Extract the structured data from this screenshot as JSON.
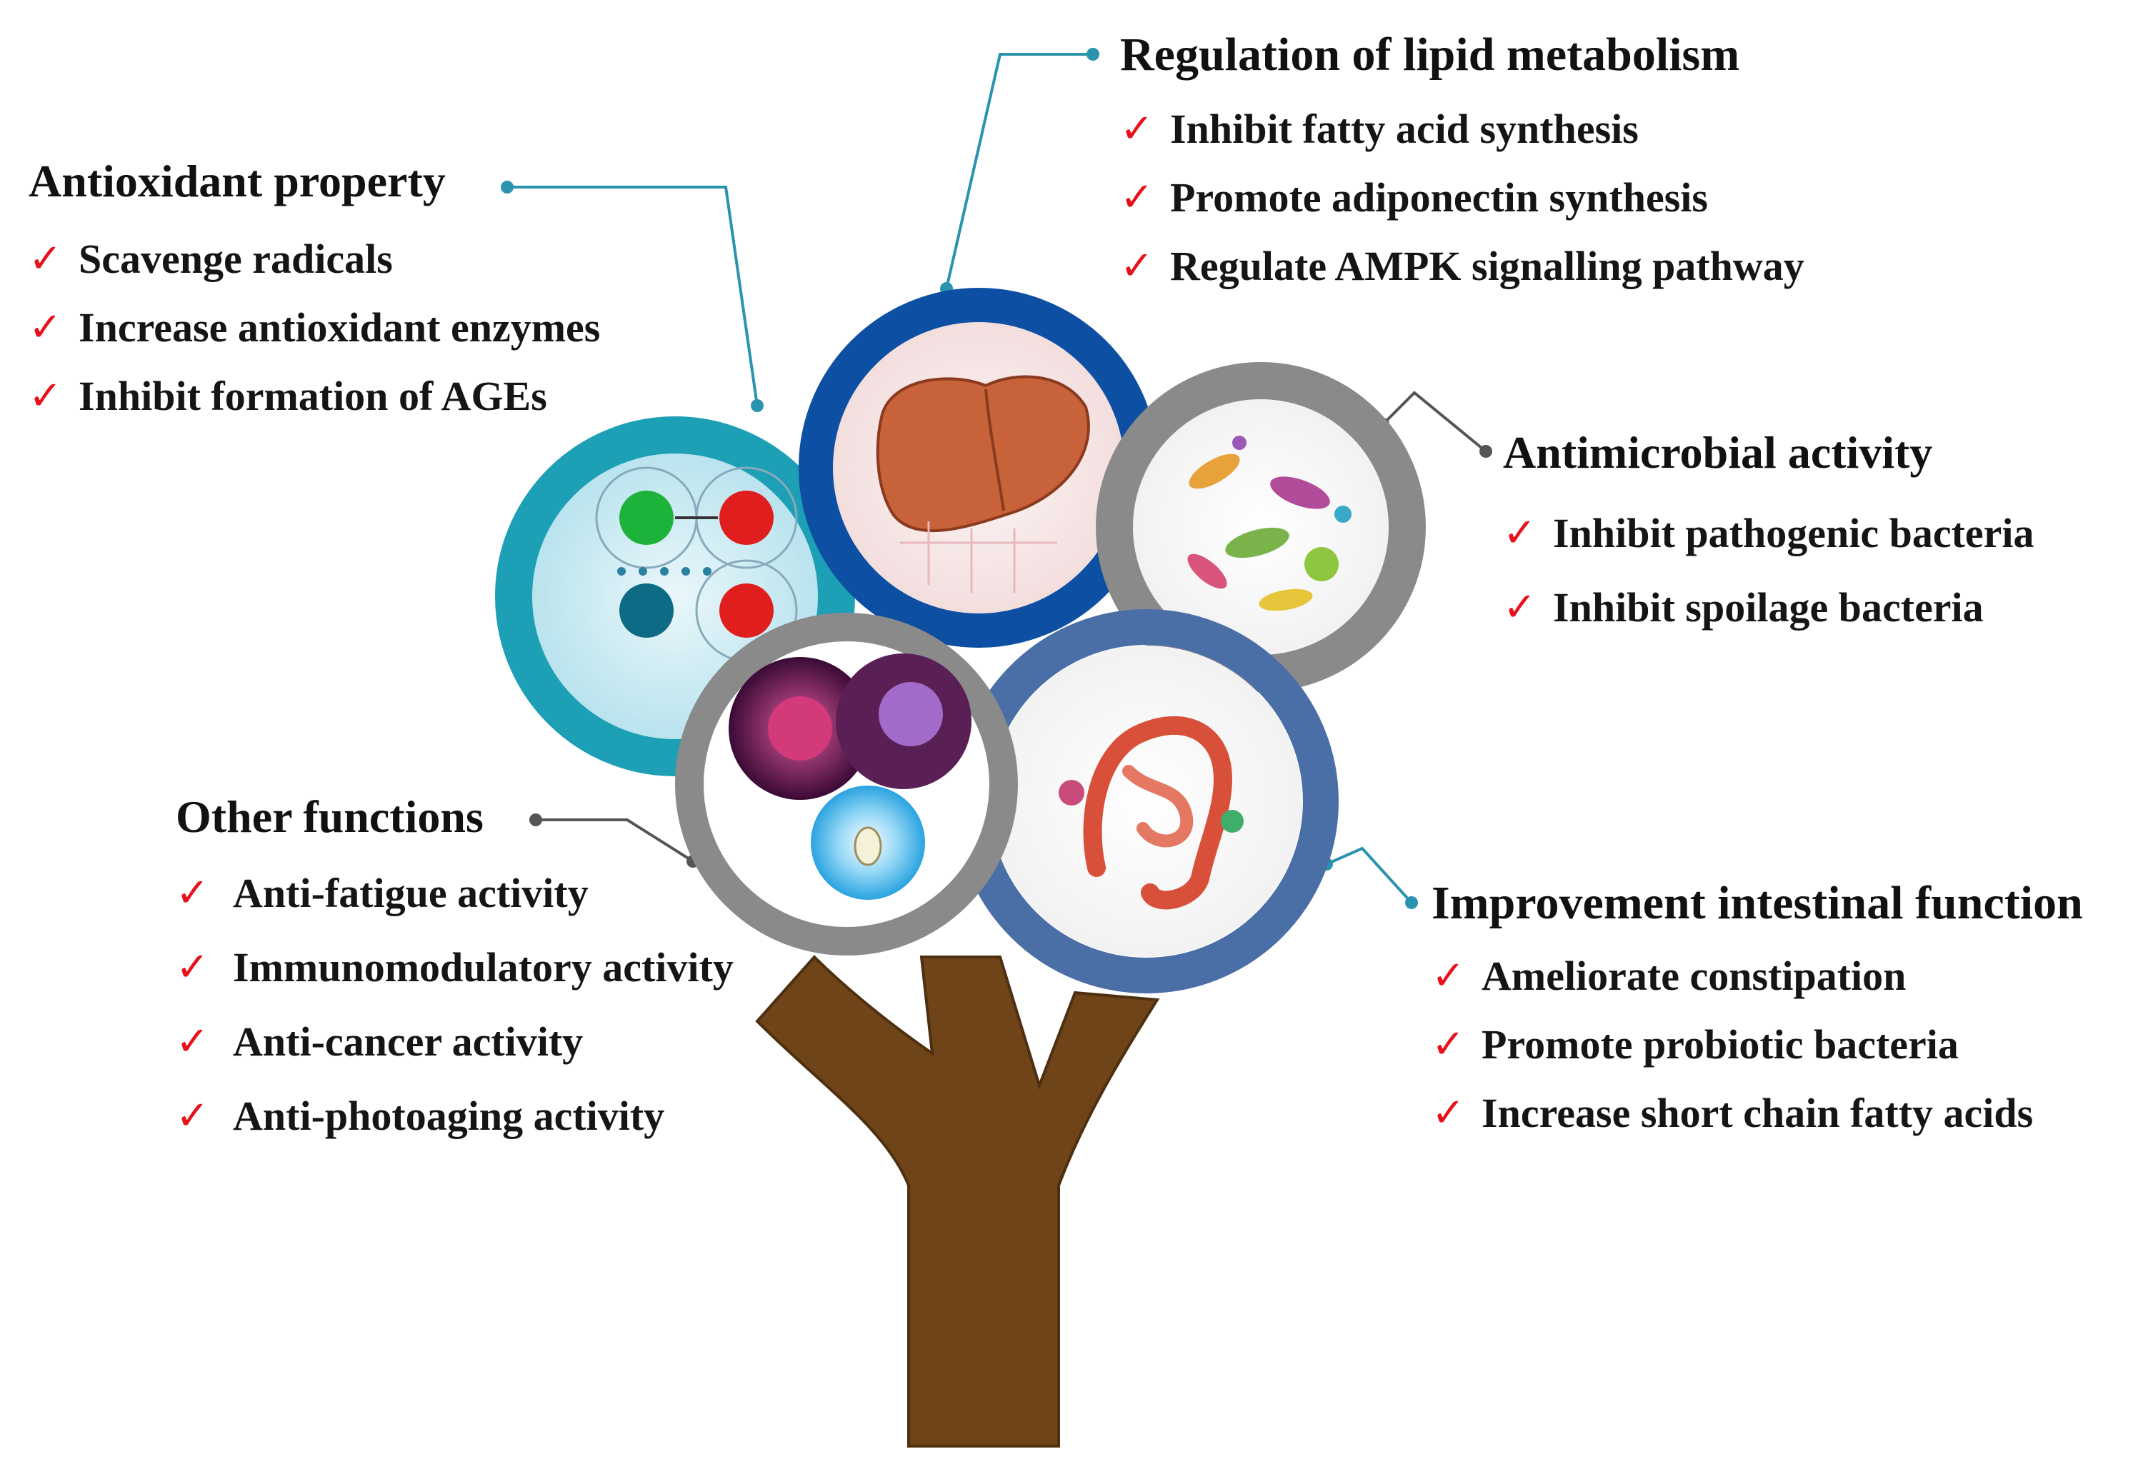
{
  "colors": {
    "accent_red": "#e8101a",
    "trunk_brown": "#6e4418",
    "ring_teal": "#1d9fb5",
    "ring_blue": "#0d4fa3",
    "ring_gray": "#8a8a8a",
    "ring_steel": "#4a6ea6",
    "connector_teal": "#2a93ad"
  },
  "sections": {
    "antioxidant": {
      "title": "Antioxidant property",
      "items": [
        "Scavenge radicals",
        "Increase antioxidant enzymes",
        "Inhibit formation of AGEs"
      ]
    },
    "lipid": {
      "title": "Regulation of lipid metabolism",
      "items": [
        "Inhibit fatty acid synthesis",
        "Promote adiponectin synthesis",
        "Regulate AMPK signalling pathway"
      ]
    },
    "antimicrobial": {
      "title": "Antimicrobial activity",
      "items": [
        "Inhibit pathogenic bacteria",
        "Inhibit spoilage bacteria"
      ]
    },
    "other": {
      "title": "Other functions",
      "items": [
        "Anti-fatigue activity",
        "Immunomodulatory activity",
        "Anti-cancer activity",
        "Anti-photoaging activity"
      ]
    },
    "intestinal": {
      "title": "Improvement intestinal function",
      "items": [
        "Ameliorate constipation",
        "Promote probiotic bacteria",
        "Increase short chain fatty acids"
      ]
    }
  },
  "icons": {
    "check": "✓",
    "antioxidant_image": "molecule-radical-icon",
    "lipid_image": "liver-icon",
    "antimicrobial_image": "bacteria-icon",
    "other_image": "virus-cell-icon",
    "intestinal_image": "intestine-icon"
  }
}
